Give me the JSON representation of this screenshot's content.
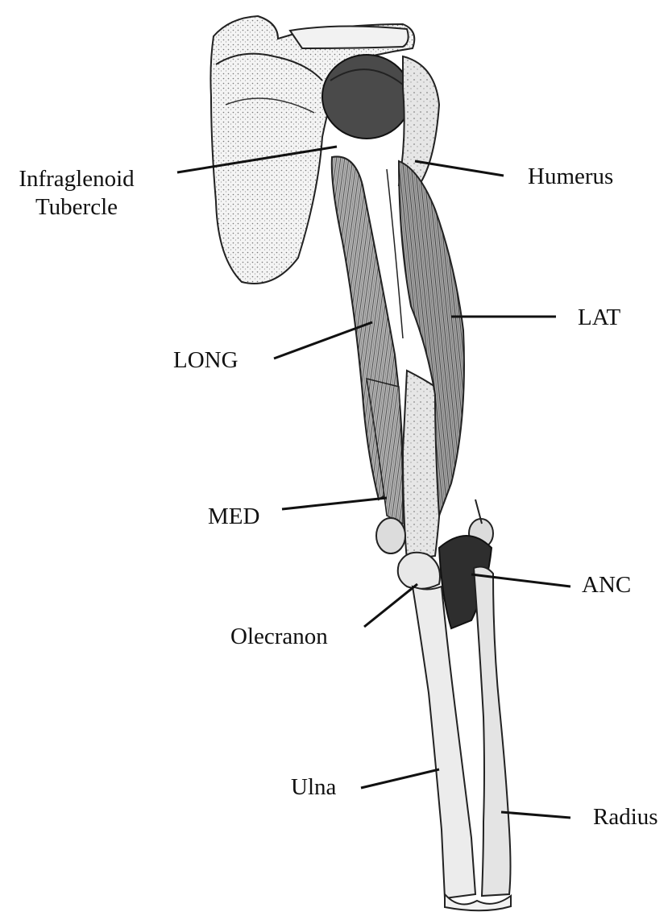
{
  "labels": {
    "infraglenoid_line1": "Infraglenoid",
    "infraglenoid_line2": "Tubercle",
    "humerus": "Humerus",
    "lat": "LAT",
    "long": "LONG",
    "med": "MED",
    "anc": "ANC",
    "olecranon": "Olecranon",
    "ulna": "Ulna",
    "radius": "Radius"
  },
  "colors": {
    "ink": "#111111",
    "bone_shade": "#cfcfcf",
    "muscle_shade": "#8a8a8a",
    "dark_shade": "#3a3a3a"
  }
}
